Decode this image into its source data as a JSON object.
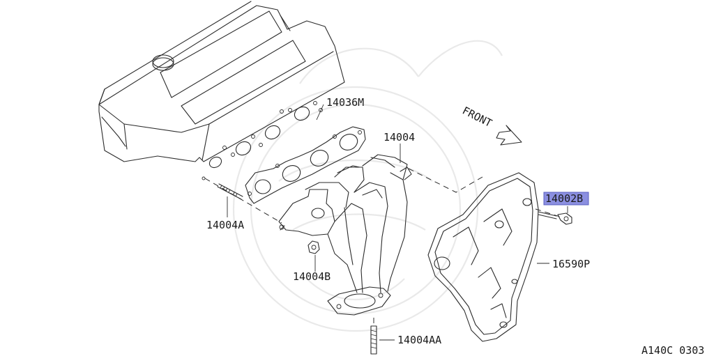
{
  "diagram": {
    "front_label": "FRONT",
    "figure_code": "A140C 0303",
    "highlight_color": "#8b8fe0",
    "parts": [
      {
        "id": "gasket",
        "label": "14036M",
        "icon": "gasket-icon"
      },
      {
        "id": "manifold",
        "label": "14004",
        "icon": "exhaust-manifold-icon"
      },
      {
        "id": "bolt",
        "label": "14002B",
        "icon": "bolt-icon",
        "highlighted": true
      },
      {
        "id": "stud",
        "label": "14004A",
        "icon": "stud-icon"
      },
      {
        "id": "nut",
        "label": "14004B",
        "icon": "nut-icon"
      },
      {
        "id": "heat_shield",
        "label": "16590P",
        "icon": "heat-shield-icon"
      },
      {
        "id": "stud_lower",
        "label": "14004AA",
        "icon": "stud-icon"
      }
    ]
  }
}
